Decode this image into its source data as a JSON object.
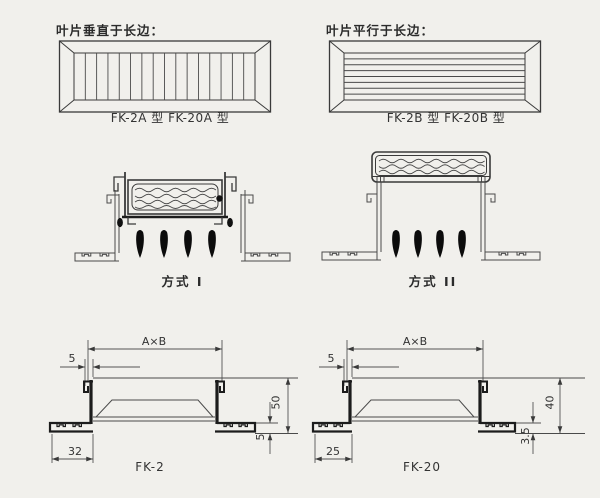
{
  "colors": {
    "background": "#f1f0ec",
    "line": "#4a4a4a",
    "profile": "#1c1c1c",
    "text": "#2b2b2b"
  },
  "top_left": {
    "title": "叶片垂直于长边：",
    "type_label": "FK-2A 型  FK-20A 型",
    "blade_orientation": "vertical",
    "blade_count": 15
  },
  "top_right": {
    "title": "叶片平行于长边：",
    "type_label": "FK-2B 型  FK-20B 型",
    "blade_orientation": "horizontal",
    "blade_count": 7
  },
  "method_1": {
    "label": "方式 I",
    "airflow_arrow_count": 4
  },
  "method_2": {
    "label": "方式 II",
    "airflow_arrow_count": 4
  },
  "fk2": {
    "label": "FK-2",
    "dim_width": "A×B",
    "dim_lip": "5",
    "dim_height": "50",
    "dim_drop": "5",
    "dim_flange": "32"
  },
  "fk20": {
    "label": "FK-20",
    "dim_width": "A×B",
    "dim_lip": "5",
    "dim_height": "40",
    "dim_drop": "3.5",
    "dim_flange": "25"
  }
}
